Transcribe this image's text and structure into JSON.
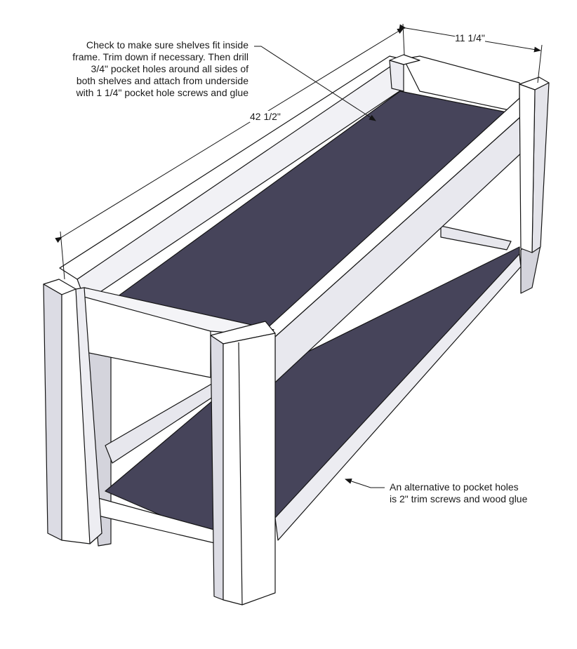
{
  "note_top": {
    "lines": [
      "Check to make sure shelves fit inside",
      "frame.  Trim down if necessary.  Then drill",
      "3/4\" pocket holes around all sides of",
      "both shelves and attach from underside",
      "with 1 1/4\" pocket hole screws and glue"
    ]
  },
  "note_bottom": {
    "lines": [
      "An alternative to pocket holes",
      "is 2\" trim screws and wood glue"
    ]
  },
  "dimensions": {
    "width": "11 1/4\"",
    "length": "42 1/2\""
  },
  "colors": {
    "shelf": "#46445a",
    "wood_light": "#ffffff",
    "wood_shade": "#e4e4ea",
    "wood_dark": "#c9c9d3",
    "outline": "#141414"
  }
}
